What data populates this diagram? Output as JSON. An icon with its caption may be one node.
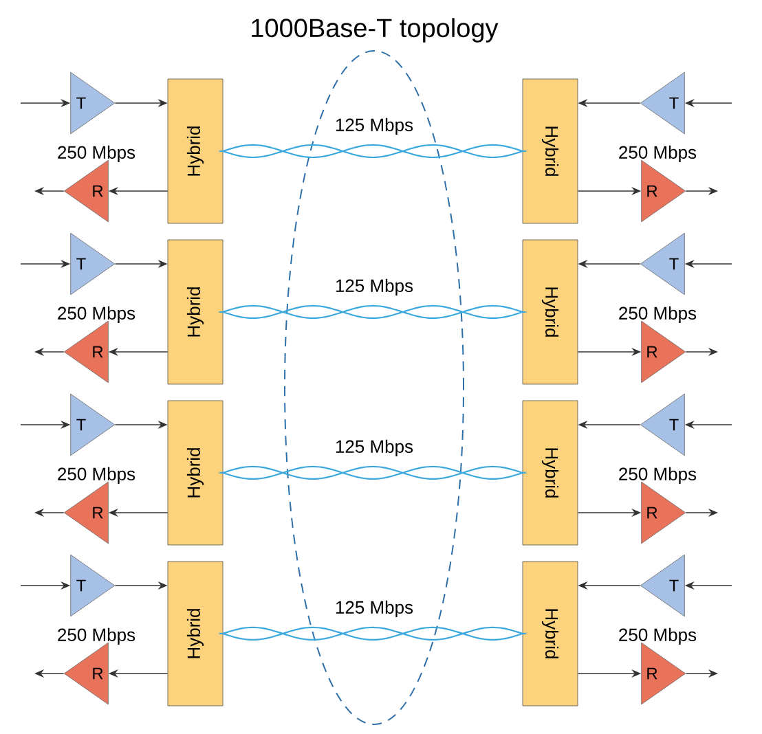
{
  "diagram": {
    "title": "1000Base-T topology",
    "nodes": [
      {
        "text": [
          "T"
        ]
      },
      {
        "text": [
          "Hybrid"
        ]
      },
      {
        "text": [
          "Hybrid"
        ]
      },
      {
        "text": [
          "T"
        ]
      },
      {
        "text": [
          "R"
        ]
      },
      {
        "text": [
          "R"
        ]
      },
      {
        "text": [
          "T"
        ]
      },
      {
        "text": [
          "Hybrid"
        ]
      },
      {
        "text": [
          "Hybrid"
        ]
      },
      {
        "text": [
          "T"
        ]
      },
      {
        "text": [
          "R"
        ]
      },
      {
        "text": [
          "R"
        ]
      },
      {
        "text": [
          "T"
        ]
      },
      {
        "text": [
          "Hybrid"
        ]
      },
      {
        "text": [
          "Hybrid"
        ]
      },
      {
        "text": [
          "T"
        ]
      },
      {
        "text": [
          "R"
        ]
      },
      {
        "text": [
          "R"
        ]
      },
      {
        "text": [
          "T"
        ]
      },
      {
        "text": [
          "Hybrid"
        ]
      },
      {
        "text": [
          "Hybrid"
        ]
      },
      {
        "text": [
          "T"
        ]
      },
      {
        "text": [
          "R"
        ]
      },
      {
        "text": [
          "R"
        ]
      }
    ],
    "edges": [
      {
        "from": null,
        "to": 0,
        "arrow": "to"
      },
      {
        "from": 0,
        "to": 1,
        "arrow": "to"
      },
      {
        "from": 1,
        "to": 4,
        "arrow": "to"
      },
      {
        "from": 4,
        "to": null,
        "arrow": "to"
      },
      {
        "from": 1,
        "to": 2,
        "arrow": "none",
        "label": "125 Mbps",
        "color": "#3aa8dc"
      },
      {
        "from": null,
        "to": 3,
        "arrow": "to"
      },
      {
        "from": 3,
        "to": 2,
        "arrow": "to"
      },
      {
        "from": 2,
        "to": 5,
        "arrow": "to"
      },
      {
        "from": 5,
        "to": null,
        "arrow": "to"
      },
      {
        "from": null,
        "to": 6,
        "arrow": "to"
      },
      {
        "from": 6,
        "to": 7,
        "arrow": "to"
      },
      {
        "from": 7,
        "to": 10,
        "arrow": "to"
      },
      {
        "from": 10,
        "to": null,
        "arrow": "to"
      },
      {
        "from": 7,
        "to": 8,
        "arrow": "none",
        "label": "125 Mbps",
        "color": "#3aa8dc"
      },
      {
        "from": null,
        "to": 9,
        "arrow": "to"
      },
      {
        "from": 9,
        "to": 8,
        "arrow": "to"
      },
      {
        "from": 8,
        "to": 11,
        "arrow": "to"
      },
      {
        "from": 11,
        "to": null,
        "arrow": "to"
      },
      {
        "from": null,
        "to": 12,
        "arrow": "to"
      },
      {
        "from": 12,
        "to": 13,
        "arrow": "to"
      },
      {
        "from": 13,
        "to": 16,
        "arrow": "to"
      },
      {
        "from": 16,
        "to": null,
        "arrow": "to"
      },
      {
        "from": 13,
        "to": 14,
        "arrow": "none",
        "label": "125 Mbps",
        "color": "#3aa8dc"
      },
      {
        "from": null,
        "to": 15,
        "arrow": "to"
      },
      {
        "from": 15,
        "to": 14,
        "arrow": "to"
      },
      {
        "from": 14,
        "to": 17,
        "arrow": "to"
      },
      {
        "from": 17,
        "to": null,
        "arrow": "to"
      },
      {
        "from": null,
        "to": 18,
        "arrow": "to"
      },
      {
        "from": 18,
        "to": 19,
        "arrow": "to"
      },
      {
        "from": 19,
        "to": 22,
        "arrow": "to"
      },
      {
        "from": 22,
        "to": null,
        "arrow": "to"
      },
      {
        "from": 19,
        "to": 20,
        "arrow": "none",
        "label": "125 Mbps",
        "color": "#3aa8dc"
      },
      {
        "from": null,
        "to": 21,
        "arrow": "to"
      },
      {
        "from": 21,
        "to": 20,
        "arrow": "to"
      },
      {
        "from": 20,
        "to": 23,
        "arrow": "to"
      },
      {
        "from": 23,
        "to": null,
        "arrow": "to"
      }
    ],
    "labels": [
      "250 Mbps",
      "250 Mbps",
      "250 Mbps",
      "250 Mbps",
      "250 Mbps",
      "250 Mbps",
      "250 Mbps",
      "250 Mbps"
    ]
  }
}
